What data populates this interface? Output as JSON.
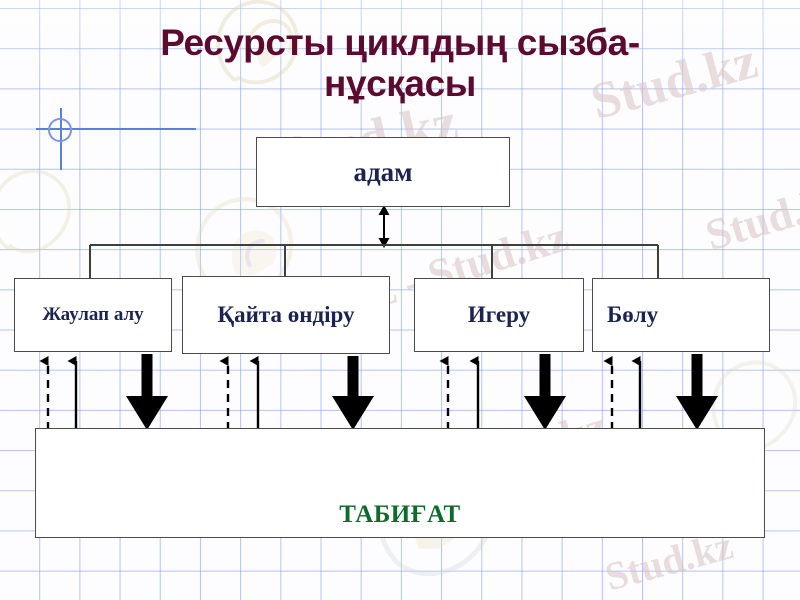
{
  "slide": {
    "title_line1": "Ресурсты циклдың сызба-",
    "title_line2": "нұсқасы",
    "title_color": "#5d0a30",
    "background": "graph-paper-grid",
    "grid_color": "#7896eb"
  },
  "diagram": {
    "type": "flow-diagram",
    "top_node": {
      "label": "адам",
      "text_color": "#1b2352"
    },
    "middle_nodes": [
      {
        "label": "Жаулап алу"
      },
      {
        "label": "Қайта өндіру"
      },
      {
        "label": "Игеру"
      },
      {
        "label": "Бөлу"
      }
    ],
    "bottom_node": {
      "label": "ТАБИҒАТ",
      "text_color": "#0f6b2b"
    },
    "connectors": {
      "top_to_bus": "double-headed-arrow",
      "bus_to_middle": "bracket-manifold",
      "middle_to_bottom_solid": "arrow-up",
      "middle_to_bottom_dashed": "dashed-arrow-up",
      "middle_to_bottom_thick": "thick-arrow-down",
      "inside_bottom": "gradient-arrow-down"
    }
  },
  "watermarks": {
    "text_a": "Stud.kz",
    "text_b": "Stud.kz - Stud.kz",
    "text_c": "Stud.kz",
    "text_d": "Stud.kz",
    "color": "#d8c3c0"
  }
}
